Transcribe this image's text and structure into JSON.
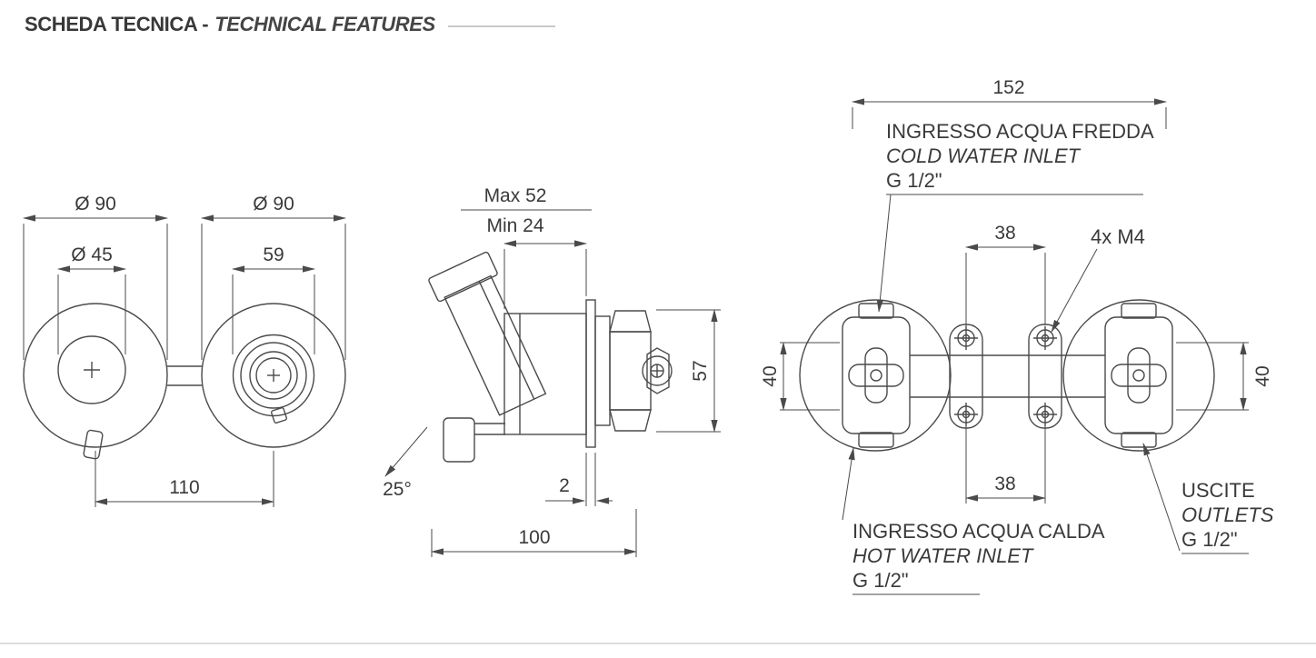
{
  "header": {
    "title_primary": "SCHEDA TECNICA -",
    "title_secondary": "TECHNICAL FEATURES"
  },
  "front_view": {
    "dia_left": "Ø 90",
    "dia_right": "Ø 90",
    "dia_inner": "Ø 45",
    "handle_width": "59",
    "center_distance": "110"
  },
  "side_view": {
    "max_depth": "Max 52",
    "min_depth": "Min 24",
    "angle": "25°",
    "plate_thickness": "2",
    "total_depth": "100",
    "height": "57"
  },
  "rear_view": {
    "overall_width": "152",
    "screw_spacing_top": "38",
    "screw_spacing_bottom": "38",
    "inlet_height_left": "40",
    "inlet_height_right": "40",
    "screws": "4x M4",
    "cold": {
      "it": "INGRESSO ACQUA FREDDA",
      "en": "COLD WATER INLET",
      "thread": "G 1/2\""
    },
    "hot": {
      "it": "INGRESSO ACQUA CALDA",
      "en": "HOT WATER INLET",
      "thread": "G 1/2\""
    },
    "outlets": {
      "it": "USCITE",
      "en": "OUTLETS",
      "thread": "G 1/2\""
    }
  }
}
